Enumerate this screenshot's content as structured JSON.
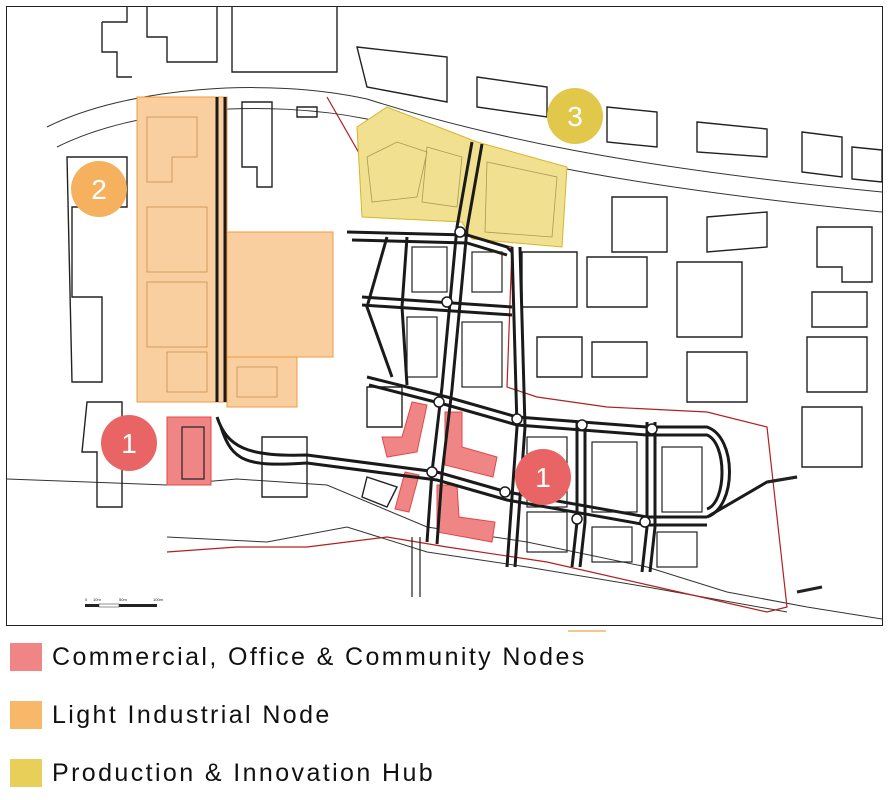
{
  "legend": {
    "items": [
      {
        "key": "commercial",
        "label": "Commercial, Office & Community Nodes",
        "color": "#f08585"
      },
      {
        "key": "light-industrial",
        "label": "Light Industrial Node",
        "color": "#f8b86a"
      },
      {
        "key": "production",
        "label": "Production & Innovation Hub",
        "color": "#e8cf5a"
      }
    ]
  },
  "markers": [
    {
      "key": "m1a",
      "label": "1",
      "color": "#e96565"
    },
    {
      "key": "m1b",
      "label": "1",
      "color": "#e96565"
    },
    {
      "key": "m2",
      "label": "2",
      "color": "#f6b15f"
    },
    {
      "key": "m3",
      "label": "3",
      "color": "#e2c84a"
    }
  ],
  "scale_bar": {
    "ticks": [
      "0",
      "10m",
      "50m",
      "100m"
    ]
  },
  "colors": {
    "road_fill": "#1a1a1a",
    "boundary": "#b32020",
    "commercial_zone": "#f08585",
    "industrial_zone": "#f9cf9f",
    "production_zone": "#f1e08f"
  }
}
